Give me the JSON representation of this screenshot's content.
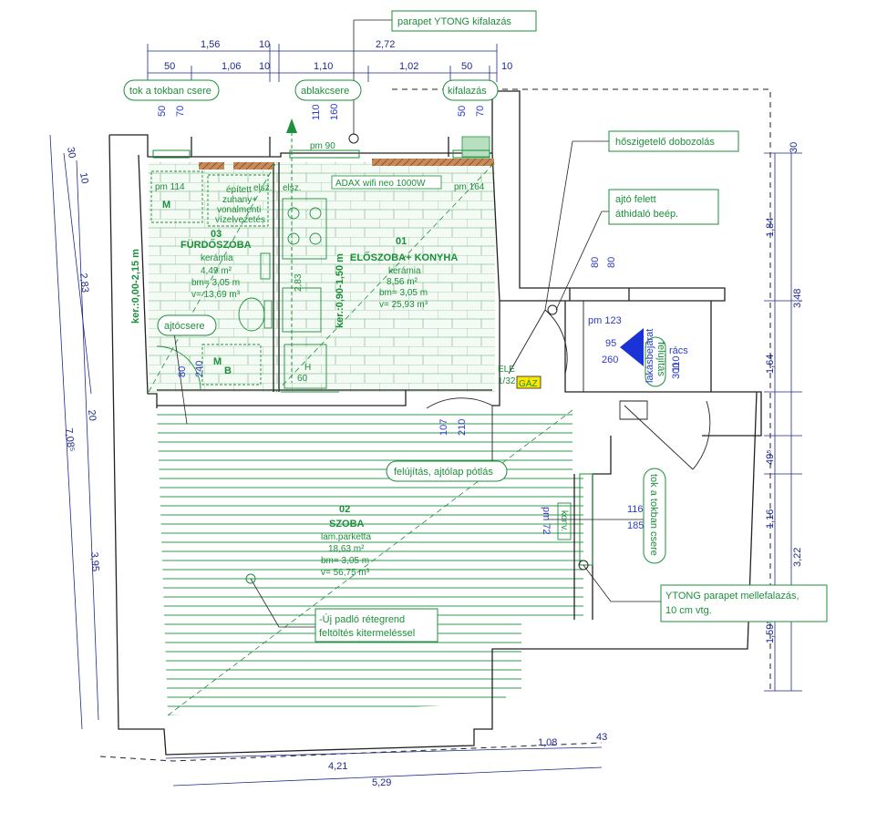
{
  "dims_top": {
    "row1": [
      "1,56",
      "10",
      "2,72"
    ],
    "row2": [
      "50",
      "1,06",
      "10",
      "1,10",
      "1,02",
      "50",
      "10"
    ]
  },
  "dims_left": [
    "30",
    "10",
    "2,83",
    "7,08⁵",
    "20",
    "3,95"
  ],
  "dims_right": [
    "30",
    "1,84",
    "3,48",
    "1,64",
    "49⁵",
    "1,16",
    "3,22",
    "1,59⁵"
  ],
  "dims_bottom": [
    "4,21",
    "1,08",
    "43",
    "5,29"
  ],
  "window_labels": [
    "50",
    "70",
    "110",
    "160",
    "50",
    "70"
  ],
  "callouts": {
    "parapet": "parapet YTONG kifalazás",
    "tok1": "tok a tokban csere",
    "ablakcsere": "ablakcsere",
    "kifalazas": "kifalazás",
    "hoszigetelo": "hőszigetelő dobozolás",
    "ajto1": "ajtó felett",
    "ajto2": "áthidaló beép.",
    "ajtocsere": "ajtócsere",
    "felujitas_ajtolap": "felújítás, ajtólap pótlás",
    "tok2": "tok a tokban csere",
    "ytong1": "YTONG parapet mellefalazás,",
    "ytong2": "10 cm vtg.",
    "padlo1": "-Új padló rétegrend",
    "padlo2": "feltöltés kitermeléssel",
    "felujitas": "felújítás"
  },
  "rooms": {
    "r03": {
      "num": "03",
      "name": "FÜRDŐSZOBA",
      "floor": "kerámia",
      "area": "4,49 m²",
      "height": "bm= 3,05 m",
      "volume": "v= 13,69 m³"
    },
    "r01": {
      "num": "01",
      "name": "ELŐSZOBA+ KONYHA",
      "floor": "kerámia",
      "area": "8,56 m²",
      "height": "bm= 3,05 m",
      "volume": "v= 25,93 m³"
    },
    "r02": {
      "num": "02",
      "name": "SZOBA",
      "floor": "lam.parketta",
      "area": "18,63 m²",
      "height": "bm= 3,05 m",
      "volume": "v= 56,75 m³"
    }
  },
  "labels": {
    "pm90": "pm 90",
    "adax": "ADAX wifi neo 1000W",
    "pm164": "pm 164",
    "pm114": "pm 114",
    "m": "M",
    "elsz1": "elsz.",
    "elsz2": "elsz.",
    "zuhany": [
      "épített",
      "zuhany+",
      "vonalmenti",
      "vízelvezetés"
    ],
    "ker1": "ker.:0,00-2,15 m",
    "ker2": "ker.:0,90-1,50 m",
    "d283": "2,83",
    "h": "H",
    "d60": "60",
    "mb": "M",
    "b": "B",
    "d80": "80",
    "d240": "240",
    "d107": "107",
    "d210": "210",
    "ele": "ELE",
    "ele2": "1/32",
    "gaz": "GÁZ",
    "pm123": "pm 123",
    "d95": "95",
    "d260": "260",
    "lakasbejarat": "lakásbejárat",
    "racs": "rács",
    "d110": "110",
    "d300": "300",
    "d80a": "80",
    "d80b": "80",
    "pm72": "pm 72",
    "konv": "konv.",
    "d116": "116",
    "d185": "185"
  },
  "colors": {
    "wall": "#222222",
    "dim": "#1f2a8a",
    "green": "#1b8f3a",
    "tile_fill": "#eef6ee",
    "parquet": "#1b8f3a",
    "gas": "#ffe600",
    "entry": "#1a33d6"
  }
}
